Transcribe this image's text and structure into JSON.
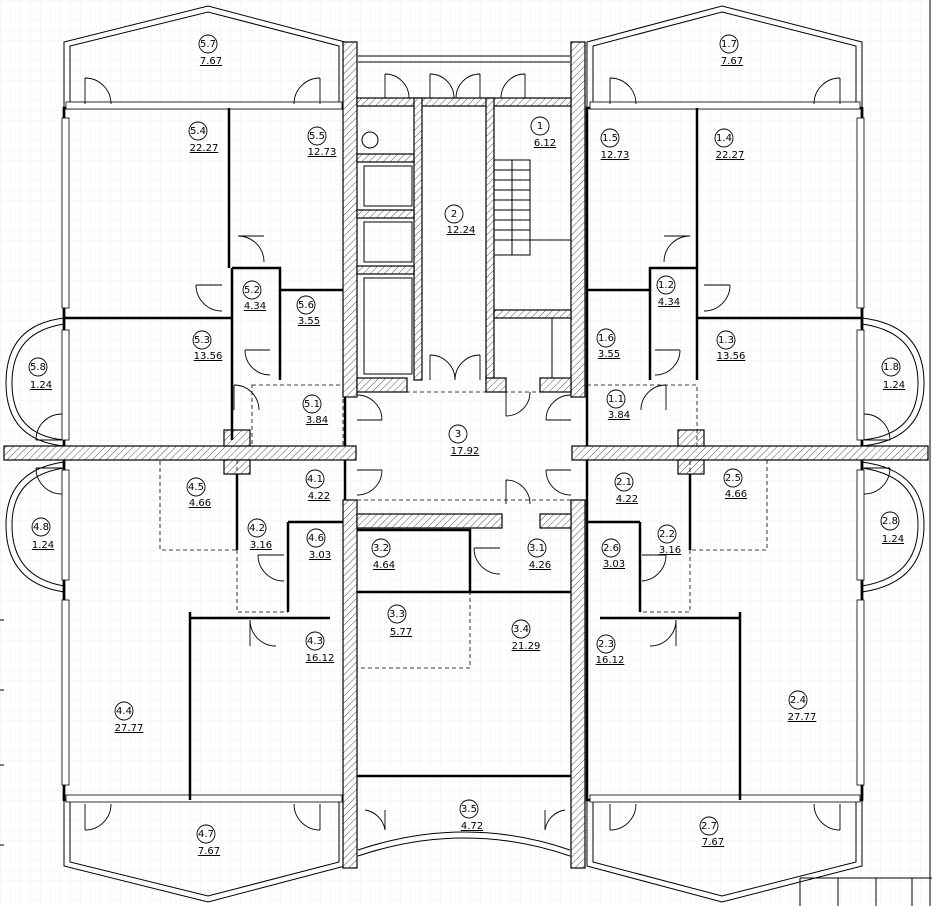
{
  "rooms": [
    {
      "id": "5.7",
      "area": "7.67"
    },
    {
      "id": "1.7",
      "area": "7.67"
    },
    {
      "id": "5.4",
      "area": "22.27"
    },
    {
      "id": "5.5",
      "area": "12.73"
    },
    {
      "id": "1",
      "area": "6.12"
    },
    {
      "id": "1.5",
      "area": "12.73"
    },
    {
      "id": "1.4",
      "area": "22.27"
    },
    {
      "id": "2",
      "area": "12.24"
    },
    {
      "id": "5.2",
      "area": "4.34"
    },
    {
      "id": "5.6",
      "area": "3.55"
    },
    {
      "id": "1.2",
      "area": "4.34"
    },
    {
      "id": "1.6",
      "area": "3.55"
    },
    {
      "id": "5.3",
      "area": "13.56"
    },
    {
      "id": "1.3",
      "area": "13.56"
    },
    {
      "id": "5.8",
      "area": "1.24"
    },
    {
      "id": "1.8",
      "area": "1.24"
    },
    {
      "id": "5.1",
      "area": "3.84"
    },
    {
      "id": "1.1",
      "area": "3.84"
    },
    {
      "id": "3",
      "area": "17.92"
    },
    {
      "id": "4.5",
      "area": "4.66"
    },
    {
      "id": "4.1",
      "area": "4.22"
    },
    {
      "id": "2.1",
      "area": "4.22"
    },
    {
      "id": "2.5",
      "area": "4.66"
    },
    {
      "id": "4.8",
      "area": "1.24"
    },
    {
      "id": "2.8",
      "area": "1.24"
    },
    {
      "id": "4.2",
      "area": "3.16"
    },
    {
      "id": "4.6",
      "area": "3.03"
    },
    {
      "id": "3.2",
      "area": "4.64"
    },
    {
      "id": "3.1",
      "area": "4.26"
    },
    {
      "id": "2.6",
      "area": "3.03"
    },
    {
      "id": "2.2",
      "area": "3.16"
    },
    {
      "id": "3.3",
      "area": "5.77"
    },
    {
      "id": "3.4",
      "area": "21.29"
    },
    {
      "id": "4.3",
      "area": "16.12"
    },
    {
      "id": "2.3",
      "area": "16.12"
    },
    {
      "id": "4.4",
      "area": "27.77"
    },
    {
      "id": "2.4",
      "area": "27.77"
    },
    {
      "id": "3.5",
      "area": "4.72"
    },
    {
      "id": "4.7",
      "area": "7.67"
    },
    {
      "id": "2.7",
      "area": "7.67"
    }
  ]
}
